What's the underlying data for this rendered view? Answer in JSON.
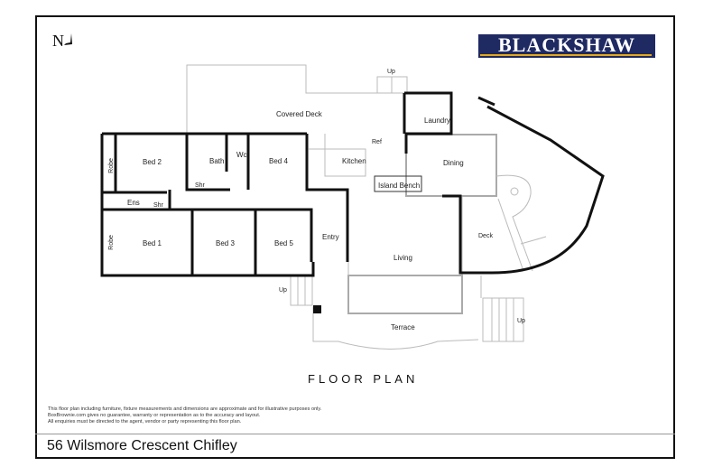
{
  "brand": {
    "logo_text": "BLACKSHAW",
    "logo_bg": "#1f2a63",
    "logo_accent": "#e6a817"
  },
  "compass": {
    "label": "N"
  },
  "rooms": {
    "covered_deck": "Covered Deck",
    "up_top": "Up",
    "laundry": "Laundry",
    "robe_top": "Robe",
    "bed2": "Bed 2",
    "bath": "Bath",
    "wc": "Wc",
    "shr_bath": "Shr",
    "bed4": "Bed 4",
    "kitchen": "Kitchen",
    "ref": "Ref",
    "dining": "Dining",
    "island_bench": "Island Bench",
    "ens": "Ens",
    "shr_ens": "Shr",
    "robe_bottom": "Robe",
    "bed1": "Bed 1",
    "bed3": "Bed 3",
    "bed5": "Bed 5",
    "entry": "Entry",
    "living": "Living",
    "deck": "Deck",
    "up_left": "Up",
    "terrace": "Terrace",
    "up_right": "Up"
  },
  "plan_title": "FLOOR PLAN",
  "disclaimer": {
    "line1": "This floor plan including furniture, fixture measurements and dimensions are approximate and for illustrative purposes only.",
    "line2": "BoxBrownie.com gives no guarantee, warranty or representation as to the accuracy and layout.",
    "line3": "All enquiries must be directed to the agent, vendor or party representing this floor plan."
  },
  "address": "56 Wilsmore Crescent Chifley"
}
